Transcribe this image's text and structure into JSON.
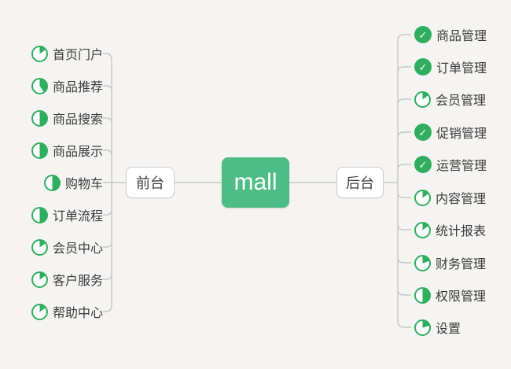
{
  "root": {
    "label": "mall"
  },
  "branches": {
    "front": {
      "label": "前台",
      "items": [
        {
          "label": "首页门户",
          "progress": 15
        },
        {
          "label": "商品推荐",
          "progress": 40
        },
        {
          "label": "商品搜索",
          "progress": 50
        },
        {
          "label": "商品展示",
          "progress": 50
        },
        {
          "label": "购物车",
          "progress": 50
        },
        {
          "label": "订单流程",
          "progress": 50
        },
        {
          "label": "会员中心",
          "progress": 15
        },
        {
          "label": "客户服务",
          "progress": 15
        },
        {
          "label": "帮助中心",
          "progress": 15
        }
      ]
    },
    "back": {
      "label": "后台",
      "items": [
        {
          "label": "商品管理",
          "progress": "done"
        },
        {
          "label": "订单管理",
          "progress": "done"
        },
        {
          "label": "会员管理",
          "progress": 15
        },
        {
          "label": "促销管理",
          "progress": "done"
        },
        {
          "label": "运营管理",
          "progress": "done"
        },
        {
          "label": "内容管理",
          "progress": 15
        },
        {
          "label": "统计报表",
          "progress": 15
        },
        {
          "label": "财务管理",
          "progress": 20
        },
        {
          "label": "权限管理",
          "progress": 50
        },
        {
          "label": "设置",
          "progress": 20
        }
      ]
    }
  },
  "icons": {
    "done_glyph": "✓"
  },
  "colors": {
    "accent_green": "#4dbd85",
    "icon_green": "#2fae5f",
    "line_gray": "#c6c6c6",
    "background": "#f5f4f2",
    "node_border": "#cccccc",
    "text": "#3a3a3a"
  }
}
